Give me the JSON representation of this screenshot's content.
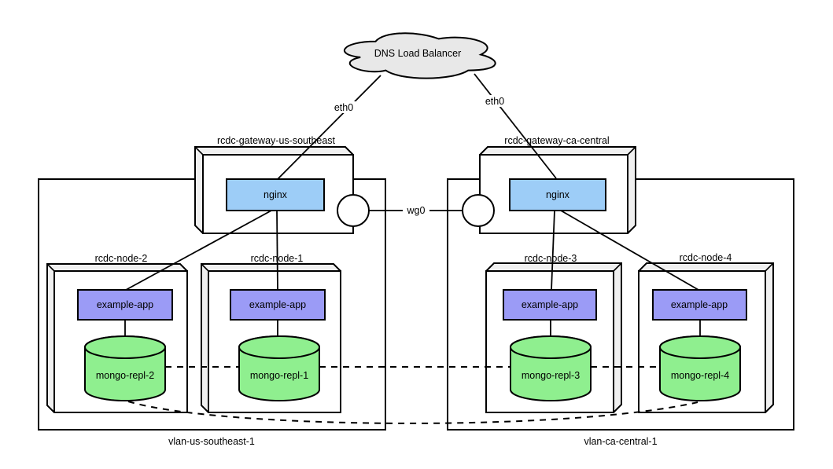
{
  "cloud": {
    "label": "DNS Load Balancer"
  },
  "interfaces": {
    "eth0_left": "eth0",
    "eth0_right": "eth0",
    "wg0": "wg0"
  },
  "gateways": [
    {
      "name": "rcdc-gateway-us-southeast",
      "service": "nginx"
    },
    {
      "name": "rcdc-gateway-ca-central",
      "service": "nginx"
    }
  ],
  "vlans": [
    {
      "name": "vlan-us-southeast-1",
      "nodes": [
        {
          "name": "rcdc-node-2",
          "app": "example-app",
          "db": "mongo-repl-2"
        },
        {
          "name": "rcdc-node-1",
          "app": "example-app",
          "db": "mongo-repl-1"
        }
      ]
    },
    {
      "name": "vlan-ca-central-1",
      "nodes": [
        {
          "name": "rcdc-node-3",
          "app": "example-app",
          "db": "mongo-repl-3"
        },
        {
          "name": "rcdc-node-4",
          "app": "example-app",
          "db": "mongo-repl-4"
        }
      ]
    }
  ],
  "colors": {
    "nginx_fill": "#9dcdf7",
    "app_fill": "#9b9bf6",
    "db_fill": "#8fef8f",
    "box_side_fill": "#f0f0f0",
    "cloud_fill": "#e8e8e8",
    "stroke": "#000000"
  }
}
